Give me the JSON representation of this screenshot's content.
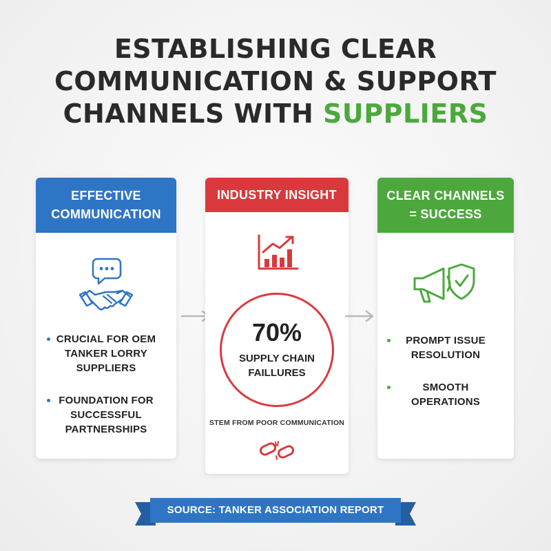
{
  "title": {
    "line1": "ESTABLISHING CLEAR",
    "line2": "COMMUNICATION & SUPPORT",
    "line3_prefix": "CHANNELS WITH ",
    "line3_accent": "SUPPLIERS"
  },
  "colors": {
    "blue": "#2f75c5",
    "red": "#d9393c",
    "green": "#4ca83c",
    "text": "#2a2a2a"
  },
  "cards": {
    "left": {
      "header_line1": "EFFECTIVE",
      "header_line2": "COMMUNICATION",
      "icon": "handshake-chat-icon",
      "bullets": [
        {
          "line1": "CRUCIAL FOR OEM",
          "line2": "TANKER LORRY SUPPLIERS"
        },
        {
          "line1": "FOUNDATION FOR",
          "line2": "SUCCESSFUL",
          "line3": "PARTNERSHIPS"
        }
      ]
    },
    "center": {
      "header": "INDUSTRY INSIGHT",
      "icon": "bar-chart-growth-icon",
      "stat_value": "70%",
      "stat_label_line1": "SUPPLY CHAIN",
      "stat_label_line2": "FAILLURES",
      "note": "STEM FROM POOR COMMUNICATION",
      "bottom_icon": "broken-chain-icon"
    },
    "right": {
      "header_line1": "CLEAR CHANNELS",
      "header_line2": "= SUCCESS",
      "icon": "megaphone-shield-icon",
      "bullets": [
        {
          "line1": "PROMPT ISSUE",
          "line2": "RESOLUTION"
        },
        {
          "line1": "SMOOTH",
          "line2": "OPERATIONS"
        }
      ]
    }
  },
  "arrows": [
    "arrow-right-icon",
    "arrow-right-icon"
  ],
  "source": "SOURCE: TANKER ASSOCIATION REPORT"
}
